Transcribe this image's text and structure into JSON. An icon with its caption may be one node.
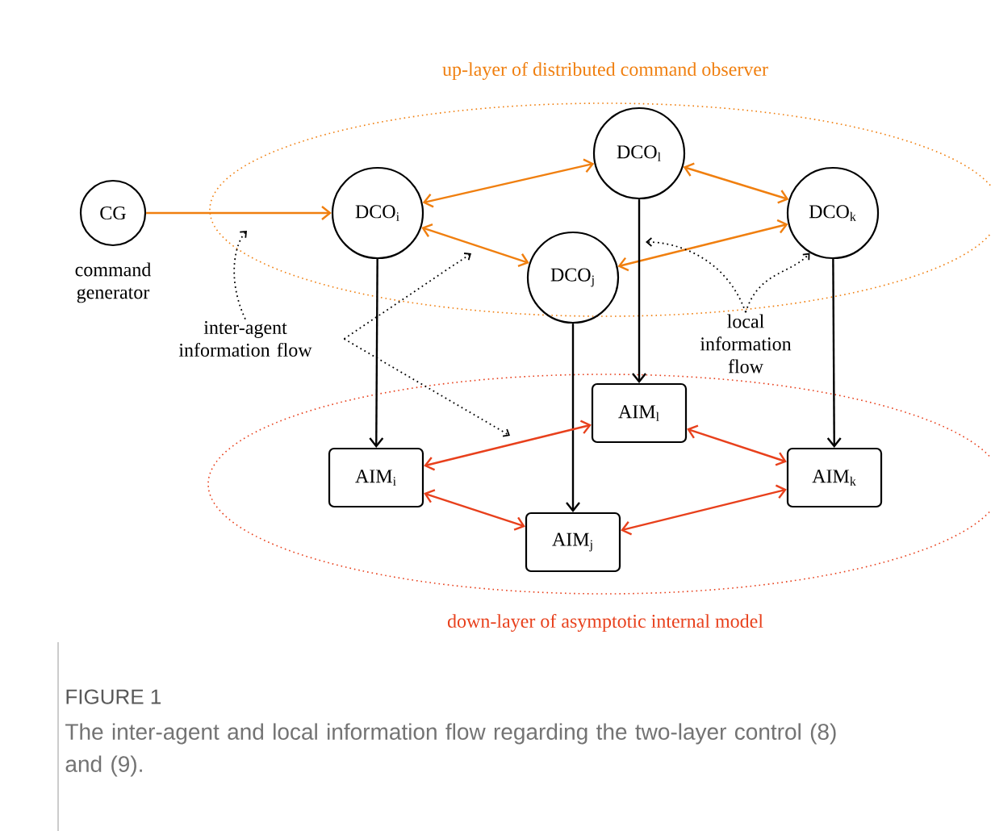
{
  "diagram": {
    "caption": "The inter-agent and local information flow regarding the two-layer control (8) and (9).",
    "nodes": [
      {
        "text": [
          "up-layer of distributed command observer"
        ]
      },
      {
        "text": [
          "down-layer of asymptotic internal model"
        ]
      },
      {
        "text": [
          "CG"
        ],
        "beside": [
          "command generator"
        ]
      },
      {
        "text": [
          "DCO$_{i}$"
        ],
        "in": 0
      },
      {
        "text": [
          "DCO$_{l}$"
        ],
        "in": 0
      },
      {
        "text": [
          "DCO$_{j}$"
        ],
        "in": 0
      },
      {
        "text": [
          "DCO$_{k}$"
        ],
        "in": 0
      },
      {
        "text": [
          "AIM$_{i}$"
        ],
        "in": 1
      },
      {
        "text": [
          "AIM$_{l}$"
        ],
        "in": 1
      },
      {
        "text": [
          "AIM$_{j}$"
        ],
        "in": 1
      },
      {
        "text": [
          "AIM$_{k}$"
        ],
        "in": 1
      },
      {
        "text": [
          "inter-agent information flow"
        ]
      },
      {
        "text": [
          "local information flow"
        ]
      }
    ],
    "edges": [
      {
        "from": 2,
        "to": 3,
        "arrow": "to",
        "color": "#f07f0f"
      },
      {
        "from": 3,
        "to": 4,
        "arrow": "both",
        "color": "#f07f0f"
      },
      {
        "from": 3,
        "to": 5,
        "arrow": "both",
        "color": "#f07f0f"
      },
      {
        "from": 4,
        "to": 6,
        "arrow": "both",
        "color": "#f07f0f"
      },
      {
        "from": 5,
        "to": 6,
        "arrow": "both",
        "color": "#f07f0f"
      },
      {
        "from": 3,
        "to": 7,
        "arrow": "to"
      },
      {
        "from": 4,
        "to": 8,
        "arrow": "to"
      },
      {
        "from": 5,
        "to": 9,
        "arrow": "to"
      },
      {
        "from": 6,
        "to": 10,
        "arrow": "to"
      },
      {
        "from": 7,
        "to": 8,
        "arrow": "both",
        "color": "#e8401c"
      },
      {
        "from": 7,
        "to": 9,
        "arrow": "both",
        "color": "#e8401c"
      },
      {
        "from": 8,
        "to": 10,
        "arrow": "both",
        "color": "#e8401c"
      },
      {
        "from": 9,
        "to": 10,
        "arrow": "both",
        "color": "#e8401c"
      },
      {
        "from": 11,
        "to": 0,
        "arrow": "to",
        "style": "dashed"
      },
      {
        "from": 11,
        "to": null,
        "arrow": "to",
        "style": "dashed"
      },
      {
        "from": 11,
        "to": null,
        "arrow": "to",
        "style": "dashed"
      },
      {
        "from": 12,
        "to": null,
        "arrow": "to",
        "style": "dashed"
      },
      {
        "from": 12,
        "to": 6,
        "arrow": "to",
        "style": "dashed"
      }
    ],
    "labels": [
      "FIGURE 1"
    ]
  }
}
